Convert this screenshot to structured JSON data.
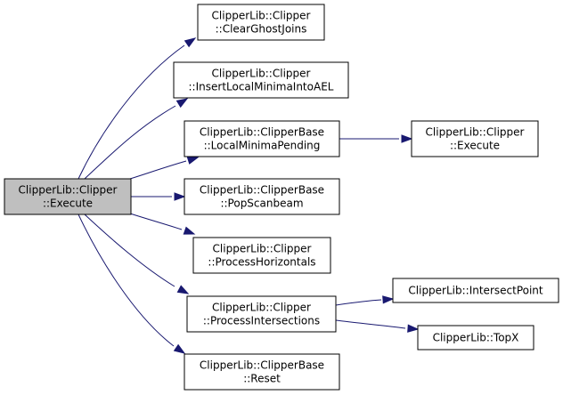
{
  "colors": {
    "edge": "#191970",
    "root_fill": "#bfbfbf",
    "node_fill": "#ffffff",
    "node_border": "#000000"
  },
  "nodes": [
    {
      "id": "execute-root",
      "lines": [
        "ClipperLib::Clipper",
        "::Execute"
      ],
      "root": true
    },
    {
      "id": "clear-ghost-joins",
      "lines": [
        "ClipperLib::Clipper",
        "::ClearGhostJoins"
      ]
    },
    {
      "id": "insert-local-minima",
      "lines": [
        "ClipperLib::Clipper",
        "::InsertLocalMinimaIntoAEL"
      ]
    },
    {
      "id": "local-minima-pending",
      "lines": [
        "ClipperLib::ClipperBase",
        "::LocalMinimaPending"
      ]
    },
    {
      "id": "execute-right",
      "lines": [
        "ClipperLib::Clipper",
        "::Execute"
      ]
    },
    {
      "id": "pop-scanbeam",
      "lines": [
        "ClipperLib::ClipperBase",
        "::PopScanbeam"
      ]
    },
    {
      "id": "process-horizontals",
      "lines": [
        "ClipperLib::Clipper",
        "::ProcessHorizontals"
      ]
    },
    {
      "id": "process-intersections",
      "lines": [
        "ClipperLib::Clipper",
        "::ProcessIntersections"
      ]
    },
    {
      "id": "intersect-point",
      "lines": [
        "ClipperLib::IntersectPoint"
      ]
    },
    {
      "id": "top-x",
      "lines": [
        "ClipperLib::TopX"
      ]
    },
    {
      "id": "reset",
      "lines": [
        "ClipperLib::ClipperBase",
        "::Reset"
      ]
    }
  ],
  "edges": [
    {
      "from": "execute-root",
      "to": "clear-ghost-joins"
    },
    {
      "from": "execute-root",
      "to": "insert-local-minima"
    },
    {
      "from": "execute-root",
      "to": "local-minima-pending"
    },
    {
      "from": "execute-root",
      "to": "pop-scanbeam"
    },
    {
      "from": "execute-root",
      "to": "process-horizontals"
    },
    {
      "from": "execute-root",
      "to": "process-intersections"
    },
    {
      "from": "execute-root",
      "to": "reset"
    },
    {
      "from": "local-minima-pending",
      "to": "execute-right"
    },
    {
      "from": "process-intersections",
      "to": "intersect-point"
    },
    {
      "from": "process-intersections",
      "to": "top-x"
    }
  ]
}
